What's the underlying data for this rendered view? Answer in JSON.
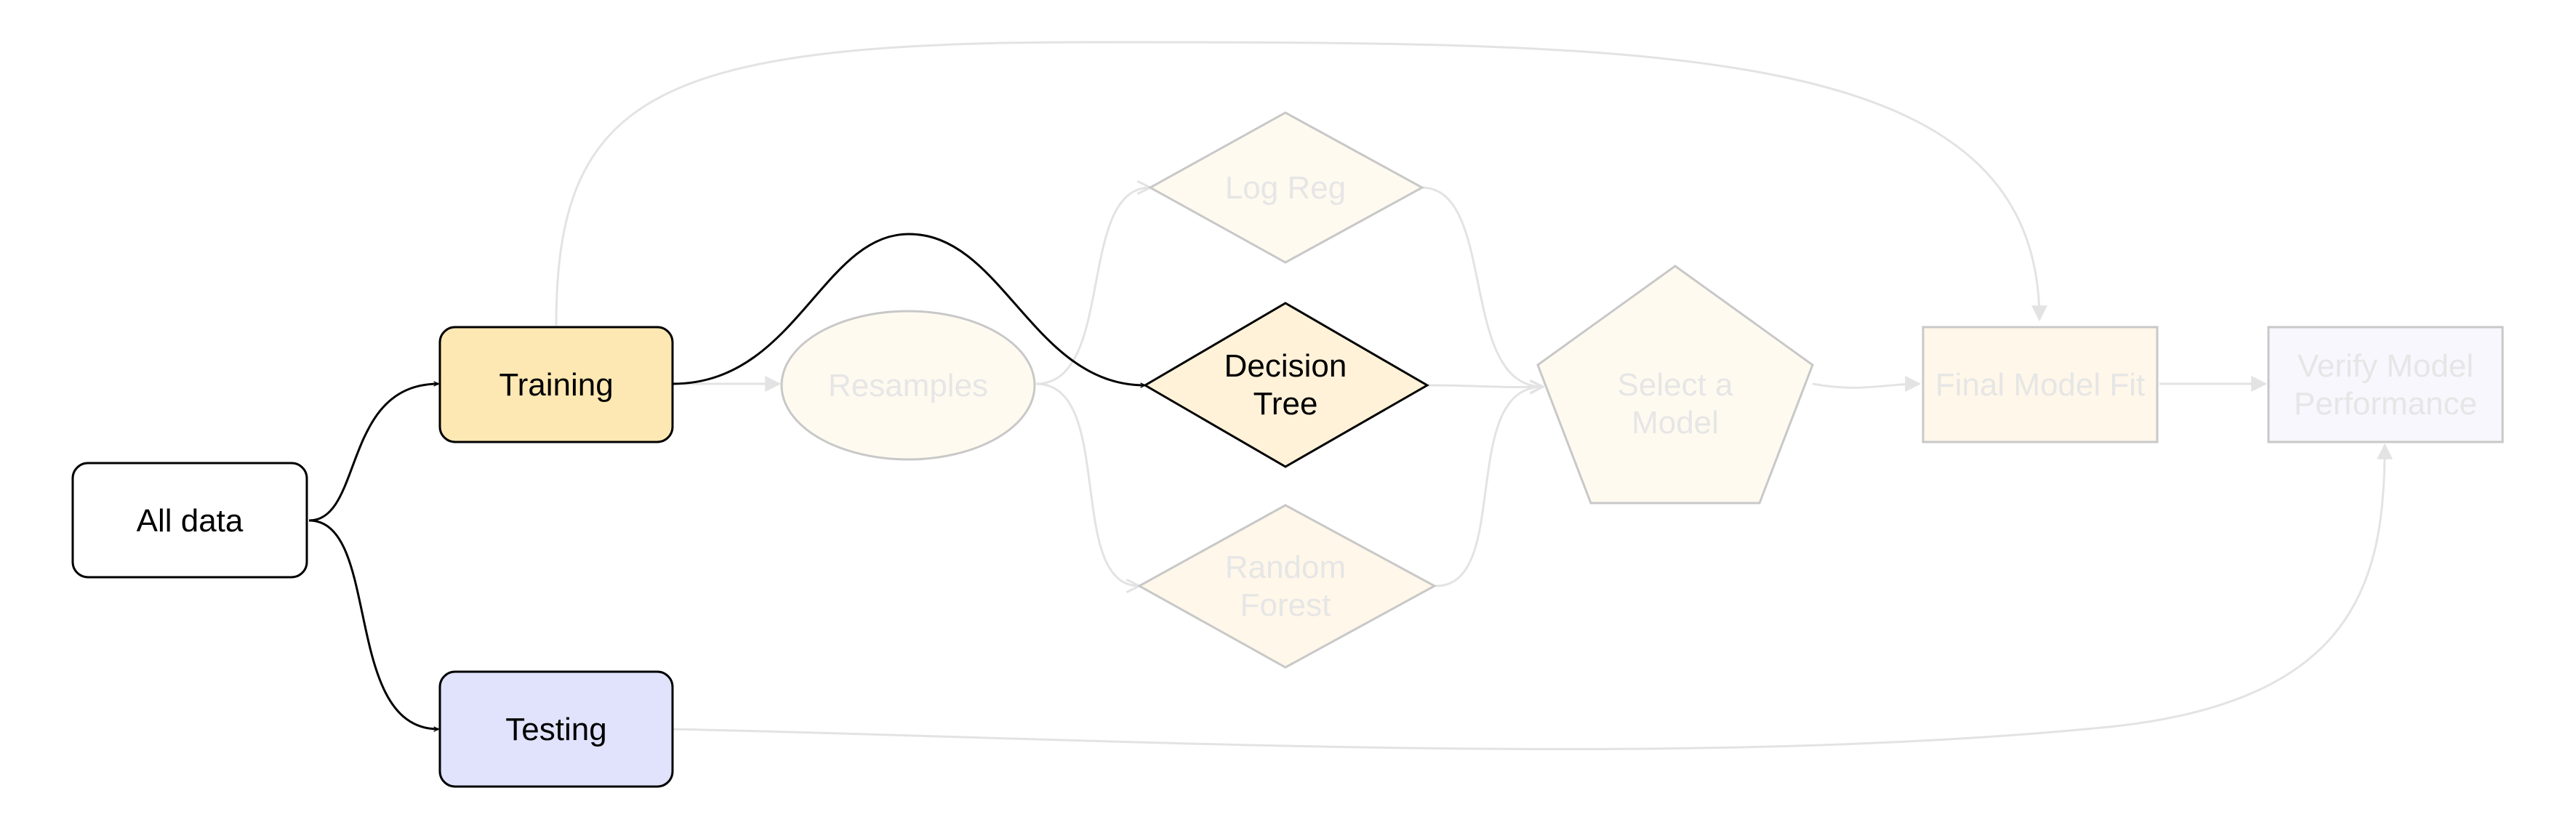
{
  "nodes": {
    "all_data": {
      "label": [
        "All data"
      ]
    },
    "training": {
      "label": [
        "Training"
      ],
      "fill": "#fde8b3"
    },
    "testing": {
      "label": [
        "Testing"
      ],
      "fill": "#e0e3fb"
    },
    "resamples": {
      "label": [
        "Resamples"
      ],
      "fill": "#fffaf0"
    },
    "log_reg": {
      "label": [
        "Log Reg"
      ],
      "fill": "#fffaf0"
    },
    "decision_tree": {
      "label": [
        "Decision",
        "Tree"
      ],
      "fill": "#fff2d9"
    },
    "random_forest": {
      "label": [
        "Random",
        "Forest"
      ],
      "fill": "#fff7e9"
    },
    "select_model": {
      "label": [
        "Select a",
        "Model"
      ],
      "fill": "#fffaf0"
    },
    "final_fit": {
      "label": [
        "Final Model Fit"
      ],
      "fill": "#fff7e9"
    },
    "verify": {
      "label": [
        "Verify Model",
        "Performance"
      ],
      "fill": "#f7f7fd"
    }
  },
  "colors": {
    "active_stroke": "#000000",
    "faded_stroke": "#bfbfbf",
    "faded_edge": "#e3e3e3",
    "faded_text": "#e6e6e6"
  }
}
